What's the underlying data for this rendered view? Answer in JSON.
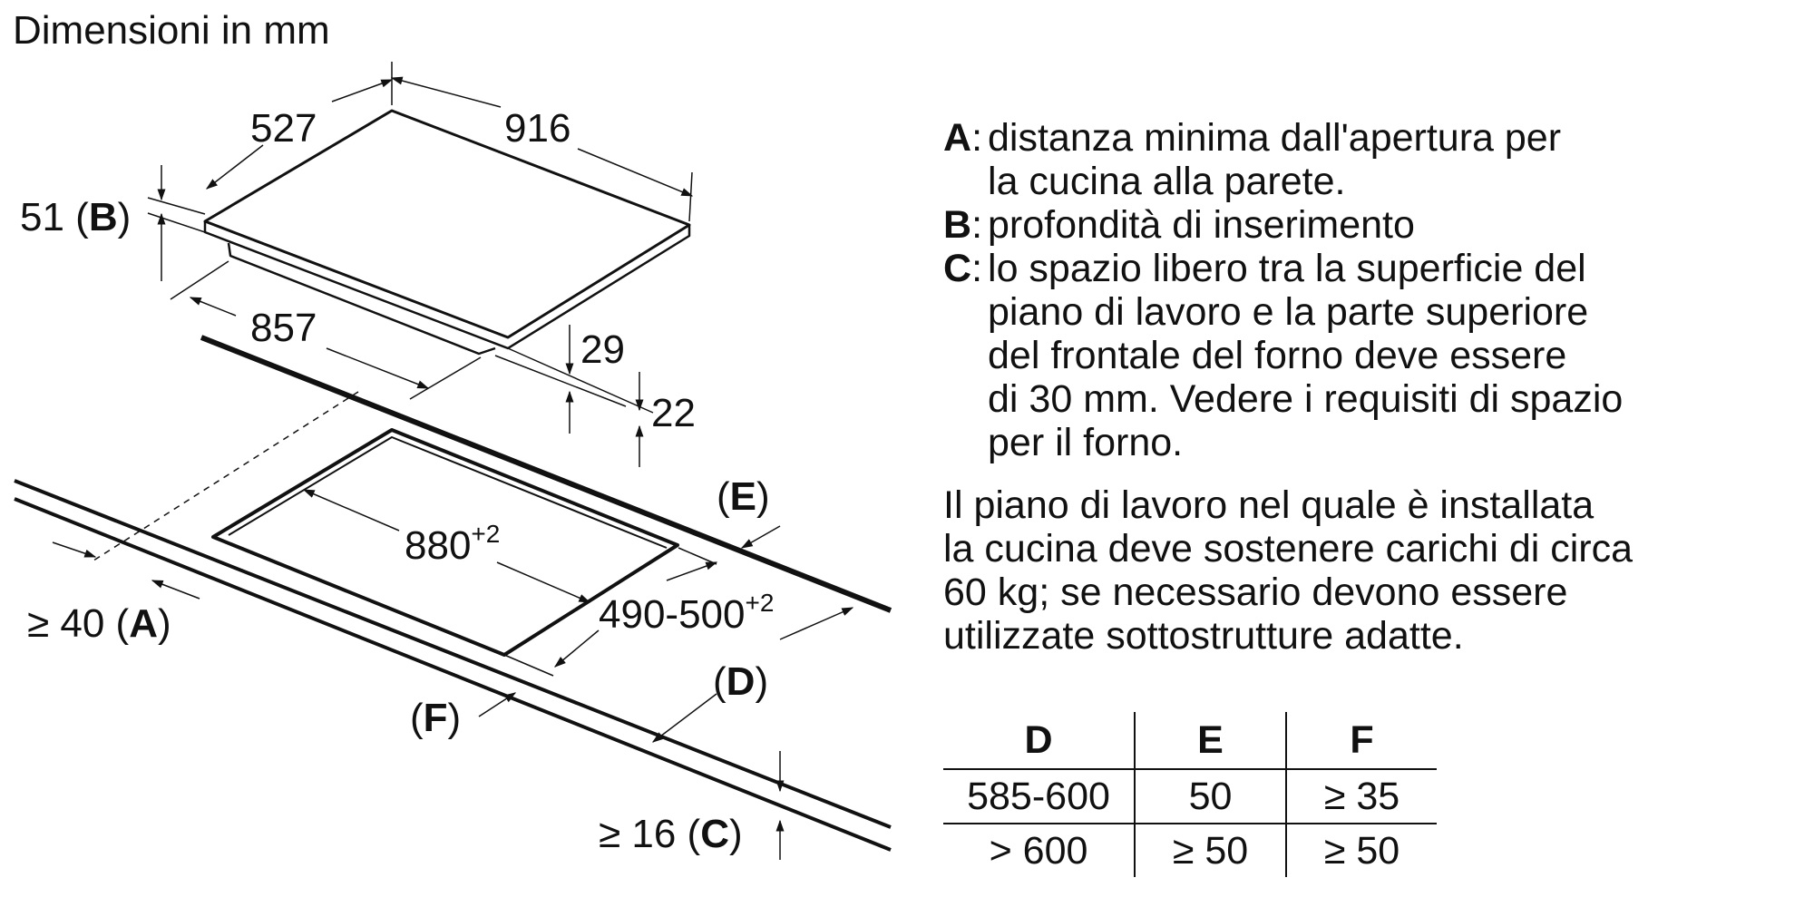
{
  "title": "Dimensioni in mm",
  "dimensions": {
    "depth_top": "527",
    "width_top": "916",
    "insert_depth": "51",
    "insert_depth_key": "B",
    "body_width": "857",
    "edge_29": "29",
    "edge_22": "22",
    "cutout_width": "880",
    "cutout_width_tol": "+2",
    "cutout_depth": "490-500",
    "cutout_depth_tol": "+2",
    "min_wall": "≥ 40",
    "min_wall_key": "A",
    "min_top": "≥ 16",
    "min_top_key": "C",
    "label_d": "D",
    "label_e": "E",
    "label_f": "F"
  },
  "legend": [
    {
      "key": "A",
      "lines": [
        "distanza minima dall'apertura per",
        "la cucina alla parete."
      ]
    },
    {
      "key": "B",
      "lines": [
        "profondità di inserimento"
      ]
    },
    {
      "key": "C",
      "lines": [
        "lo spazio libero tra la superficie del",
        "piano di lavoro e la parte superiore",
        "del frontale del forno deve essere",
        "di 30 mm. Vedere i requisiti di spazio",
        "per il forno."
      ]
    }
  ],
  "note": [
    "Il piano di lavoro nel quale è installata",
    "la cucina deve sostenere carichi di circa",
    "60 kg; se necessario devono essere",
    "utilizzate sottostrutture adatte."
  ],
  "table": {
    "headers": [
      "D",
      "E",
      "F"
    ],
    "rows": [
      [
        "585-600",
        "50",
        "≥ 35"
      ],
      [
        "> 600",
        "≥ 50",
        "≥ 50"
      ]
    ]
  }
}
